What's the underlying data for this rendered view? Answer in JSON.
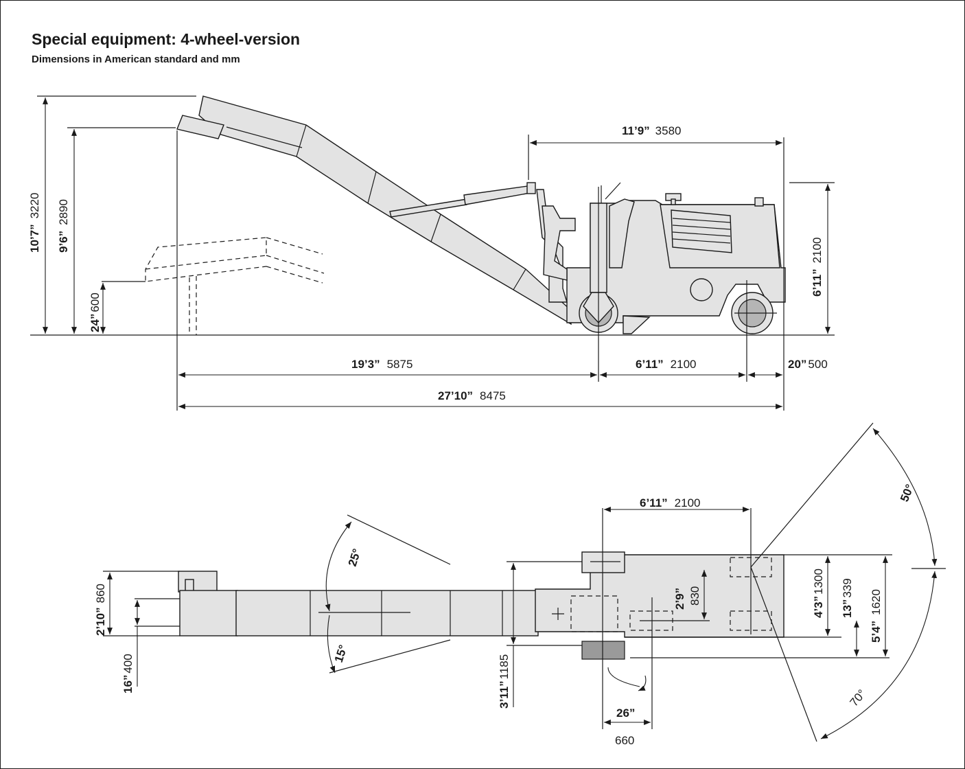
{
  "title": "Special equipment: 4-wheel-version",
  "subtitle": "Dimensions in American standard and mm",
  "side_view": {
    "length_top": {
      "imperial": "11’9”",
      "metric": "3580"
    },
    "height_total": {
      "imperial": "10’7”",
      "metric": "3220"
    },
    "height_discharge": {
      "imperial": "9’6”",
      "metric": "2890"
    },
    "height_loading": {
      "imperial": "24”",
      "metric": "600"
    },
    "height_machine": {
      "imperial": "6’11”",
      "metric": "2100"
    },
    "conveyor_reach": {
      "imperial": "19’3”",
      "metric": "5875"
    },
    "wheelbase": {
      "imperial": "6’11”",
      "metric": "2100"
    },
    "rear_overhang": {
      "imperial": "20”",
      "metric": "500"
    },
    "overall_length": {
      "imperial": "27’10”",
      "metric": "8475"
    }
  },
  "top_view": {
    "wheelbase": {
      "imperial": "6’11”",
      "metric": "2100"
    },
    "conveyor_width": {
      "imperial": "2’10”",
      "metric": "860"
    },
    "belt_width": {
      "imperial": "16”",
      "metric": "400"
    },
    "angle_up": "25°",
    "angle_down": "15°",
    "drum_width": {
      "imperial": "3’11”",
      "metric": "1185"
    },
    "track_inner": {
      "imperial": "2’9”",
      "metric": "830"
    },
    "track_outer": {
      "imperial": "4’3”",
      "metric": "1300"
    },
    "side_offset": {
      "imperial": "13”",
      "metric": "339"
    },
    "machine_width": {
      "imperial": "5’4”",
      "metric": "1620"
    },
    "angle_left": "50°",
    "angle_right": "70°",
    "wheel_width": {
      "imperial": "26”",
      "metric": "660"
    }
  }
}
